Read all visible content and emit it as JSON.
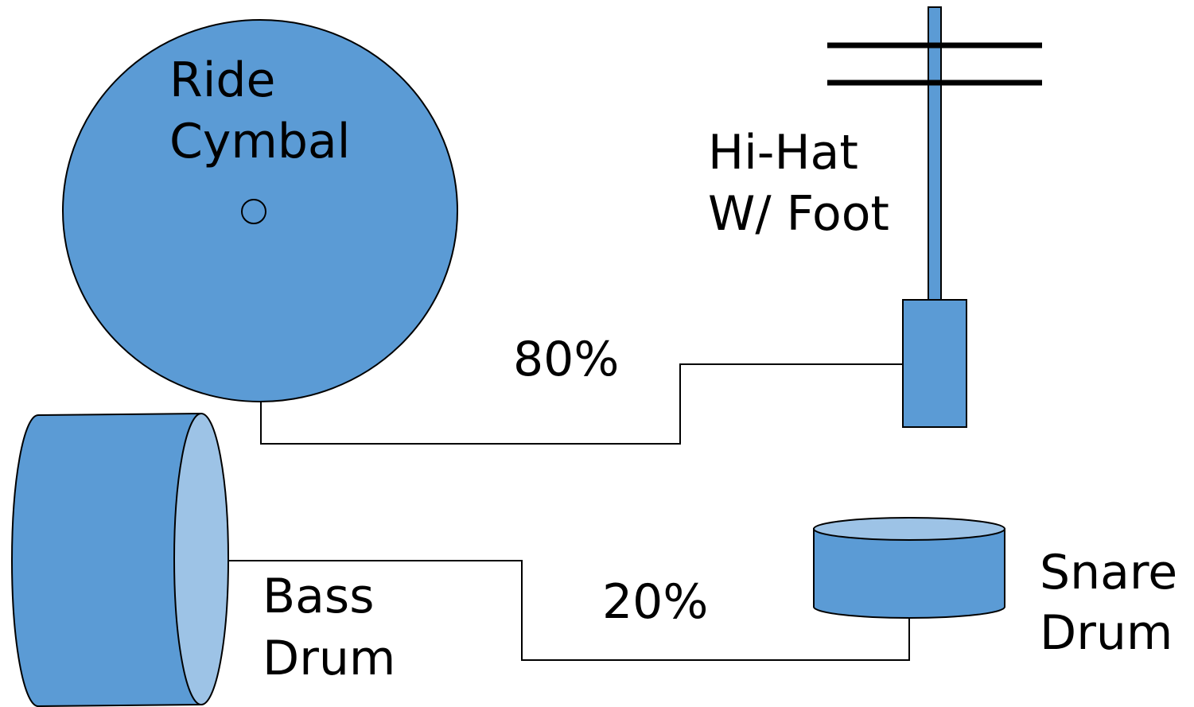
{
  "colors": {
    "fill": "#5b9bd5",
    "fill_light": "#9dc3e6",
    "stroke": "#000000",
    "background": "#ffffff"
  },
  "labels": {
    "ride_line1": "Ride",
    "ride_line2": "Cymbal",
    "hihat_line1": "Hi-Hat",
    "hihat_line2": "W/ Foot",
    "bass_line1": "Bass",
    "bass_line2": "Drum",
    "snare_line1": "Snare",
    "snare_line2": "Drum",
    "pct_ride_hihat": "80%",
    "pct_bass_snare": "20%"
  }
}
